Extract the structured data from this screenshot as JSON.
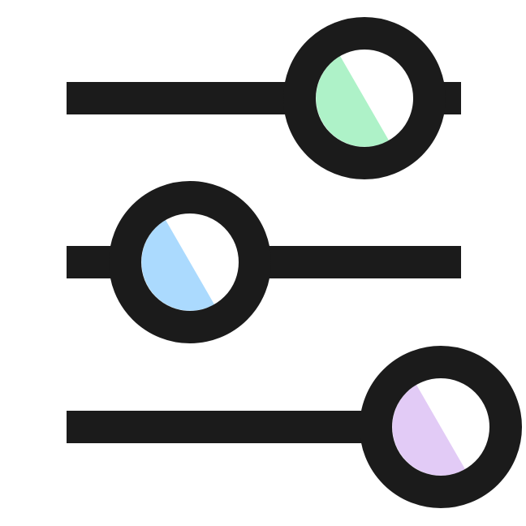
{
  "icon": {
    "name": "settings-sliders-icon",
    "stroke_color": "#1b1b1b",
    "background_color": "#ffffff",
    "sliders": [
      {
        "name": "slider-top",
        "level": 0.7,
        "knob_accent_color": "#aef2c8"
      },
      {
        "name": "slider-middle",
        "level": 0.29,
        "knob_accent_color": "#abdafe"
      },
      {
        "name": "slider-bottom",
        "level": 0.88,
        "knob_accent_color": "#e2cbf6"
      }
    ]
  }
}
